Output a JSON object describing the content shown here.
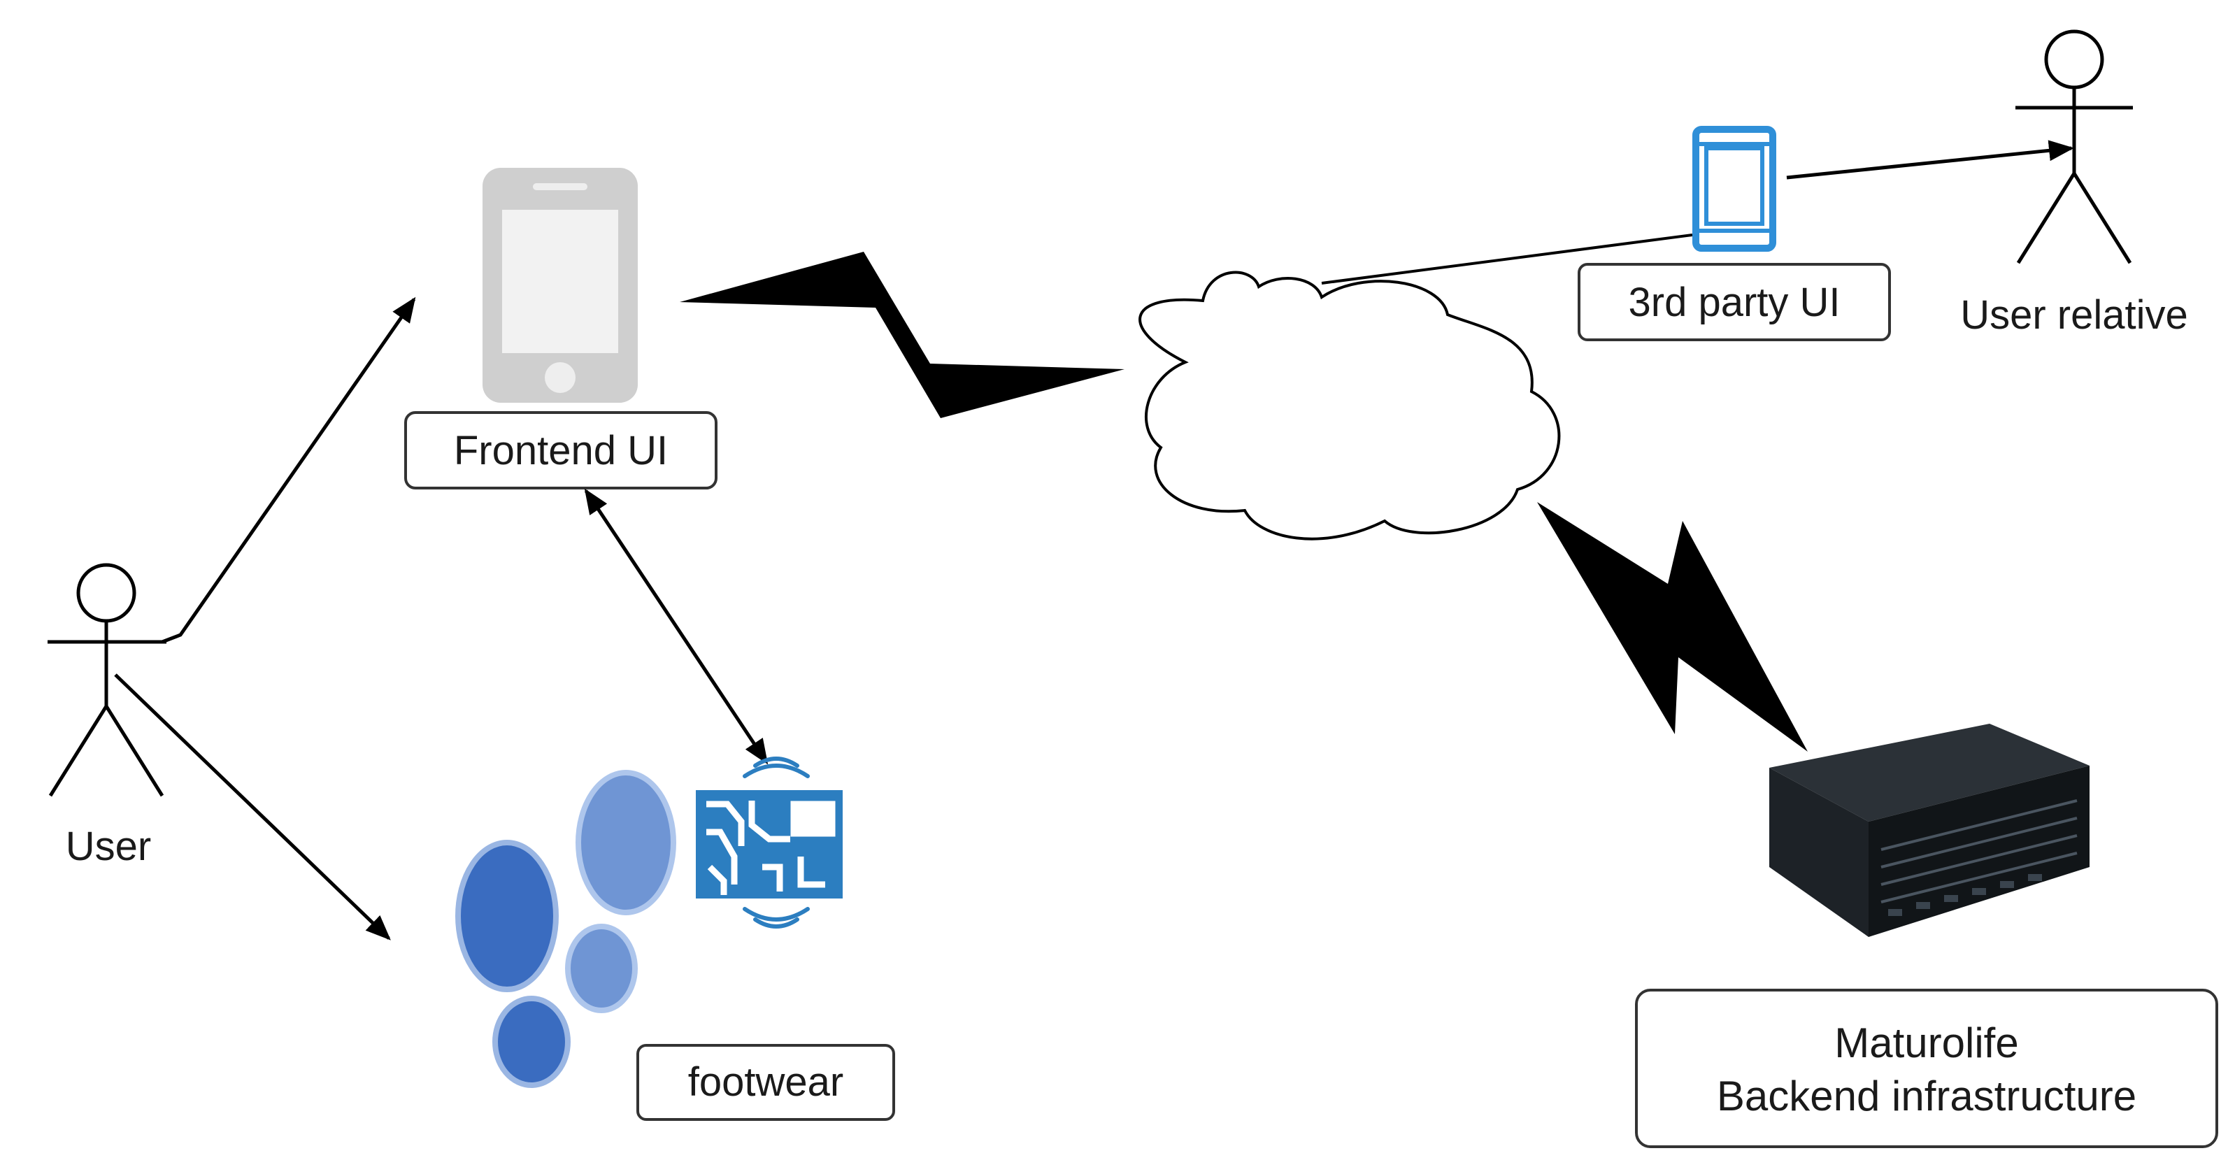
{
  "labels": {
    "user": "User",
    "frontend_ui": "Frontend UI",
    "footwear": "footwear",
    "third_party_ui": "3rd party UI",
    "user_relative": "User relative",
    "backend_line1": "Maturolife",
    "backend_line2": "Backend infrastructure"
  },
  "colors": {
    "stroke": "#000000",
    "phone_gray": "#cfcfcf",
    "phone_blue": "#2f8fd8",
    "footprint_blue": "#3a6cc0",
    "footprint_light": "#8eb0e0",
    "circuit_blue": "#2c7ec0",
    "server_dark": "#1d2227"
  },
  "icons": {
    "user": "stick-figure-icon",
    "user_relative": "stick-figure-icon",
    "frontend_device": "smartphone-icon",
    "third_party_device": "smartphone-icon",
    "footwear": "footprints-icon",
    "sensor": "circuit-board-wireless-icon",
    "network": "cloud-icon",
    "backend": "server-icon",
    "wireless_link": "lightning-bolt-icon"
  }
}
